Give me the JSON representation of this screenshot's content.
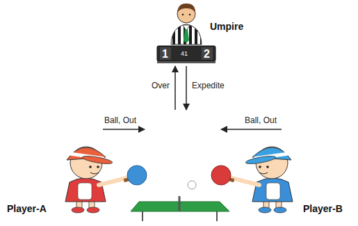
{
  "diagram": {
    "nodes": [
      {
        "text": [
          "Umpire"
        ]
      },
      {
        "text": [
          "Player-A"
        ]
      },
      {
        "text": [
          "Player-B"
        ]
      }
    ],
    "labels": [
      "1",
      "41",
      "2",
      "Over",
      "Expedite",
      "Ball, Out",
      "Ball, Out"
    ]
  }
}
